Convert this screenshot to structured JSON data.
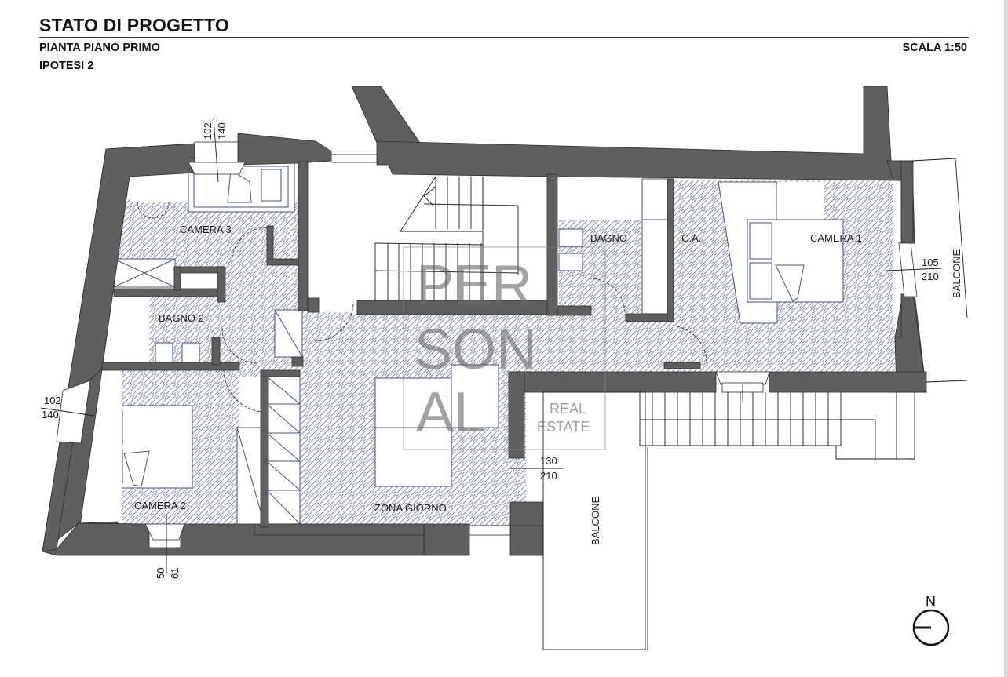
{
  "header": {
    "title": "STATO DI PROGETTO",
    "subtitle": "PIANTA PIANO PRIMO",
    "variant": "IPOTESI 2",
    "scale": "SCALA 1:50"
  },
  "rooms": {
    "camera_3": "CAMERA 3",
    "bagno_2": "BAGNO 2",
    "camera_2": "CAMERA 2",
    "zona_giorno": "ZONA GIORNO",
    "bagno": "BAGNO",
    "ca": "C.A.",
    "camera_1": "CAMERA 1",
    "balcone_east": "BALCONE",
    "balcone_south": "BALCONE"
  },
  "openings": {
    "camera_3_window": {
      "width": "102",
      "height": "140"
    },
    "camera_2_window_west": {
      "width": "102",
      "height": "140"
    },
    "camera_2_window_south": {
      "width": "50",
      "height": "61"
    },
    "zona_giorno_door": {
      "width": "130",
      "height": "210"
    },
    "camera_1_door": {
      "width": "105",
      "height": "210"
    }
  },
  "compass": {
    "label": "N"
  },
  "watermark": {
    "line1": "PER",
    "line2": "SON",
    "line3": "AL",
    "tagline1": "REAL",
    "tagline2": "ESTATE"
  },
  "colors": {
    "wall": "#5f5f5f",
    "hatch": "#8b8fa8",
    "line": "#222222"
  }
}
